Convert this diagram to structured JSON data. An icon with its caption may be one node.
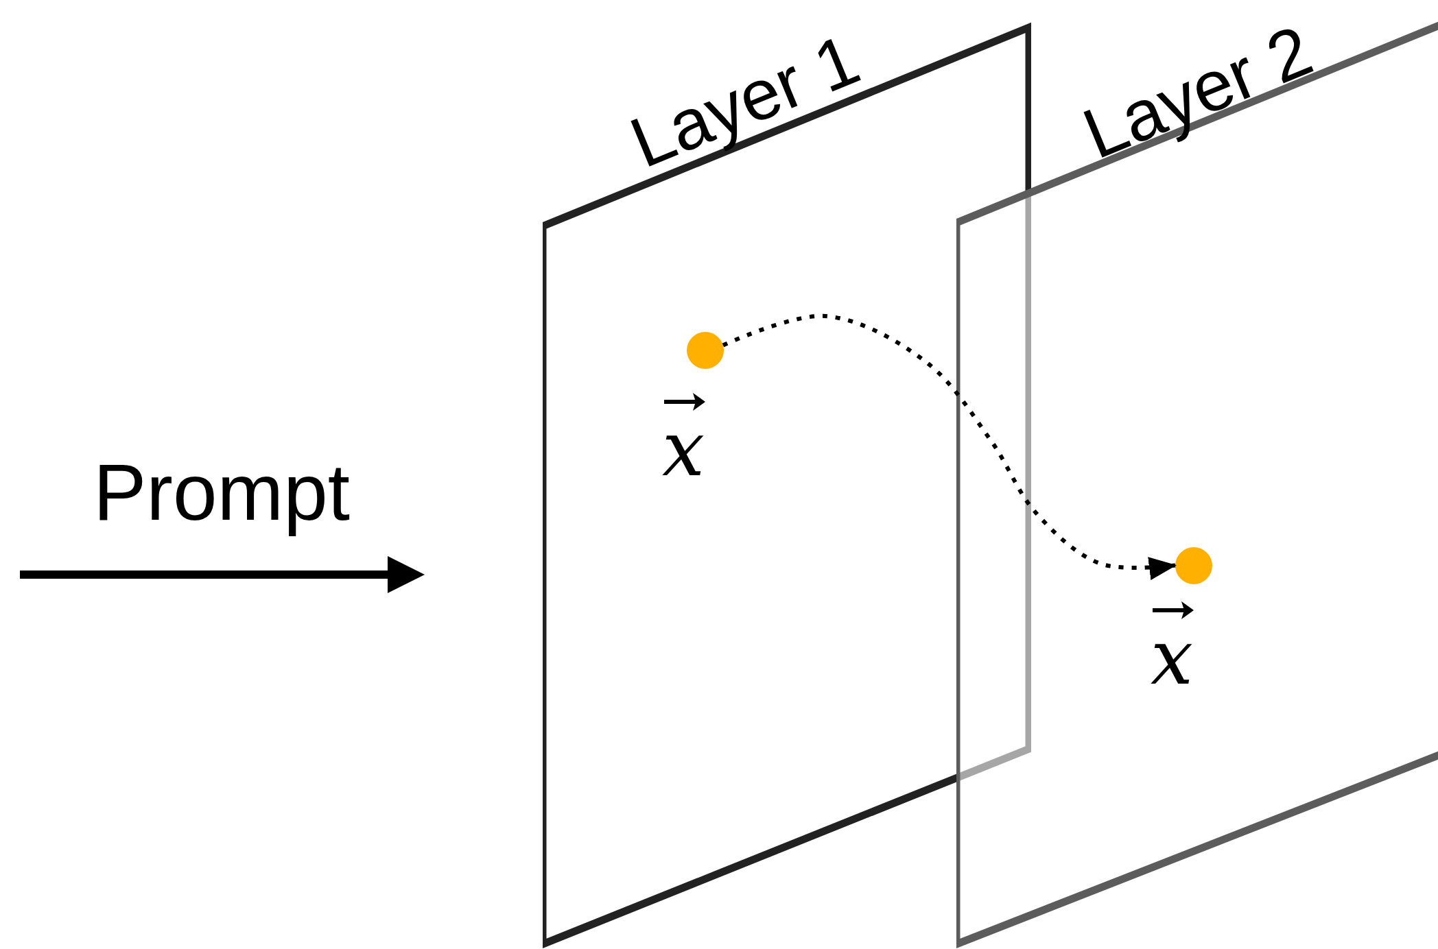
{
  "diagram": {
    "nodes": [
      {
        "text": [
          "Layer 1"
        ]
      },
      {
        "text": [
          "Layer 2"
        ]
      },
      {
        "text": [],
        "shape": "circle",
        "in": 0,
        "beside": [
          "x"
        ]
      },
      {
        "text": [],
        "shape": "circle",
        "in": 1,
        "beside": [
          "x"
        ]
      }
    ],
    "edges": [
      {
        "from": 2,
        "to": 3,
        "arrow": "to",
        "style": "dashed"
      }
    ],
    "labels": [
      "Prompt"
    ]
  }
}
